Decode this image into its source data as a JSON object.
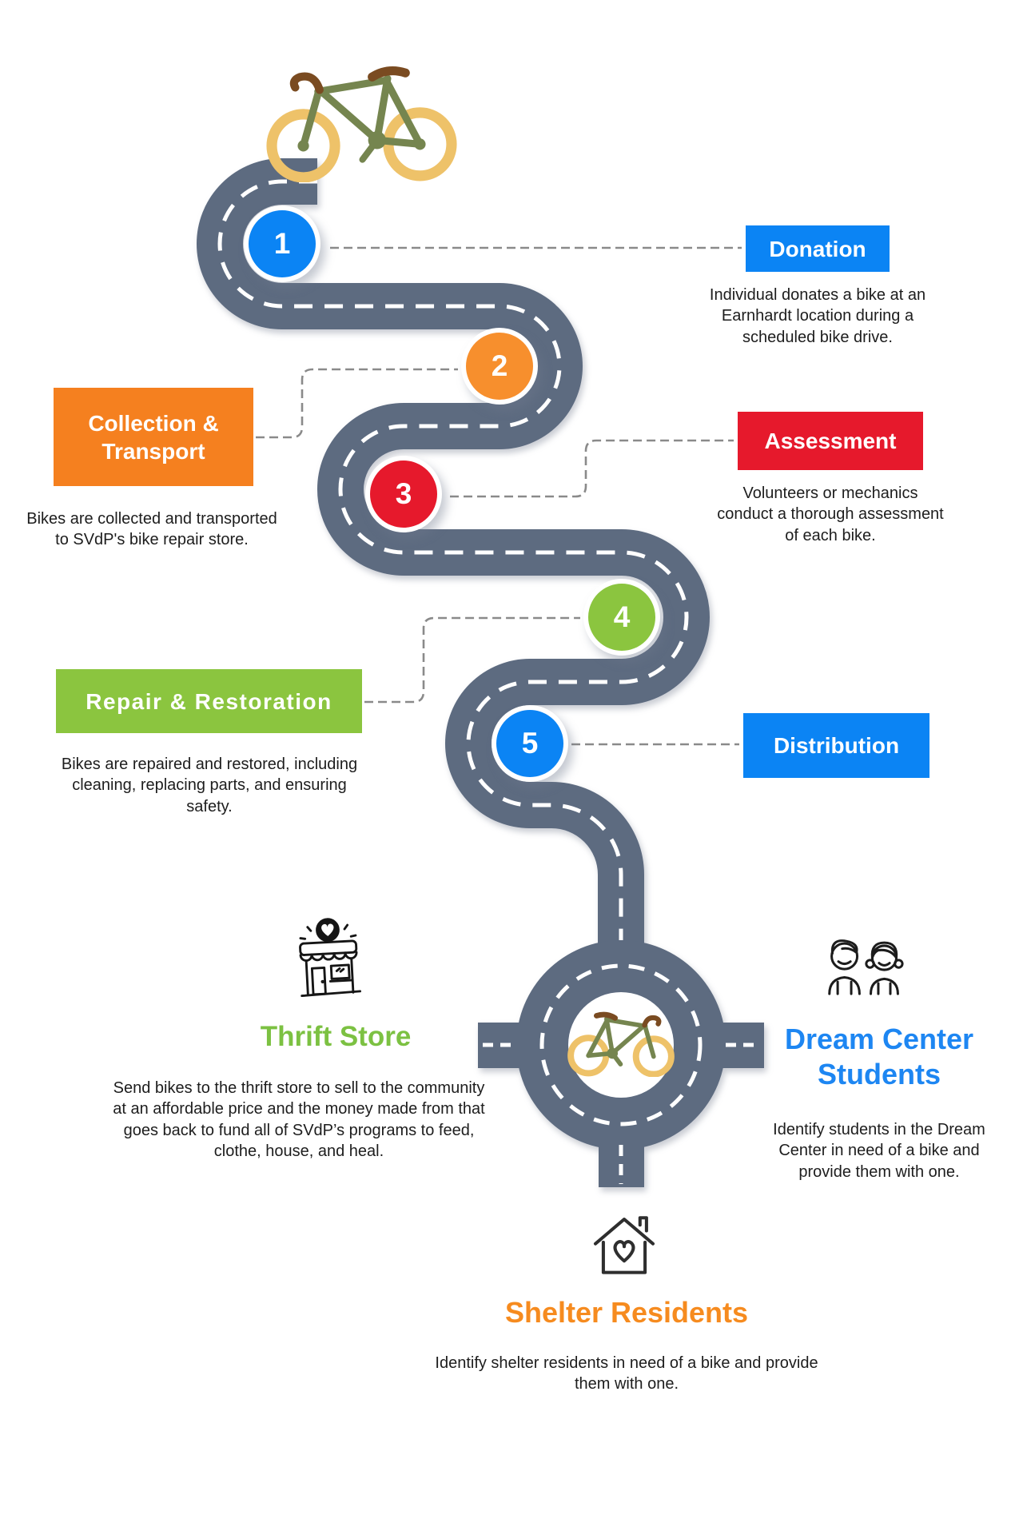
{
  "palette": {
    "road": "#5d6b80",
    "blue": "#0b84f4",
    "orange": "#f5801f",
    "red": "#e6192c",
    "green": "#8bc53f",
    "heading_green": "#7cc142",
    "heading_blue": "#1d86f2",
    "heading_orange": "#f68b1f",
    "connector_gray": "#8a8a8a",
    "text": "#1d1d1d"
  },
  "steps": [
    {
      "number": "1",
      "label": "Donation",
      "color": "#0b84f4",
      "description": "Individual donates a bike at an\nEarnhardt location during a\nscheduled bike drive."
    },
    {
      "number": "2",
      "label": "Collection &\nTransport",
      "color": "#f5801f",
      "description": "Bikes are collected and transported\nto SVdP's bike repair store."
    },
    {
      "number": "3",
      "label": "Assessment",
      "color": "#e6192c",
      "description": "Volunteers or mechanics\nconduct a thorough assessment\nof each bike."
    },
    {
      "number": "4",
      "label": "Repair & Restoration",
      "color": "#8bc53f",
      "description": "Bikes are repaired and restored, including\ncleaning, replacing parts, and ensuring\nsafety."
    },
    {
      "number": "5",
      "label": "Distribution",
      "color": "#0b84f4",
      "description": ""
    }
  ],
  "destinations": [
    {
      "title": "Thrift Store",
      "color": "#7cc142",
      "icon": "storefront-heart-icon",
      "description": "Send bikes to the thrift store to sell to the community\nat an affordable price and the money made from that\ngoes back to fund all of SVdP’s programs to feed,\nclothe, house, and heal."
    },
    {
      "title": "Dream Center\nStudents",
      "color": "#1d86f2",
      "icon": "students-icon",
      "description": "Identify students in the Dream\nCenter in need of a bike and\nprovide them with one."
    },
    {
      "title": "Shelter Residents",
      "color": "#f68b1f",
      "icon": "house-heart-icon",
      "description": "Identify shelter residents in need of a bike and provide\nthem with one."
    }
  ]
}
